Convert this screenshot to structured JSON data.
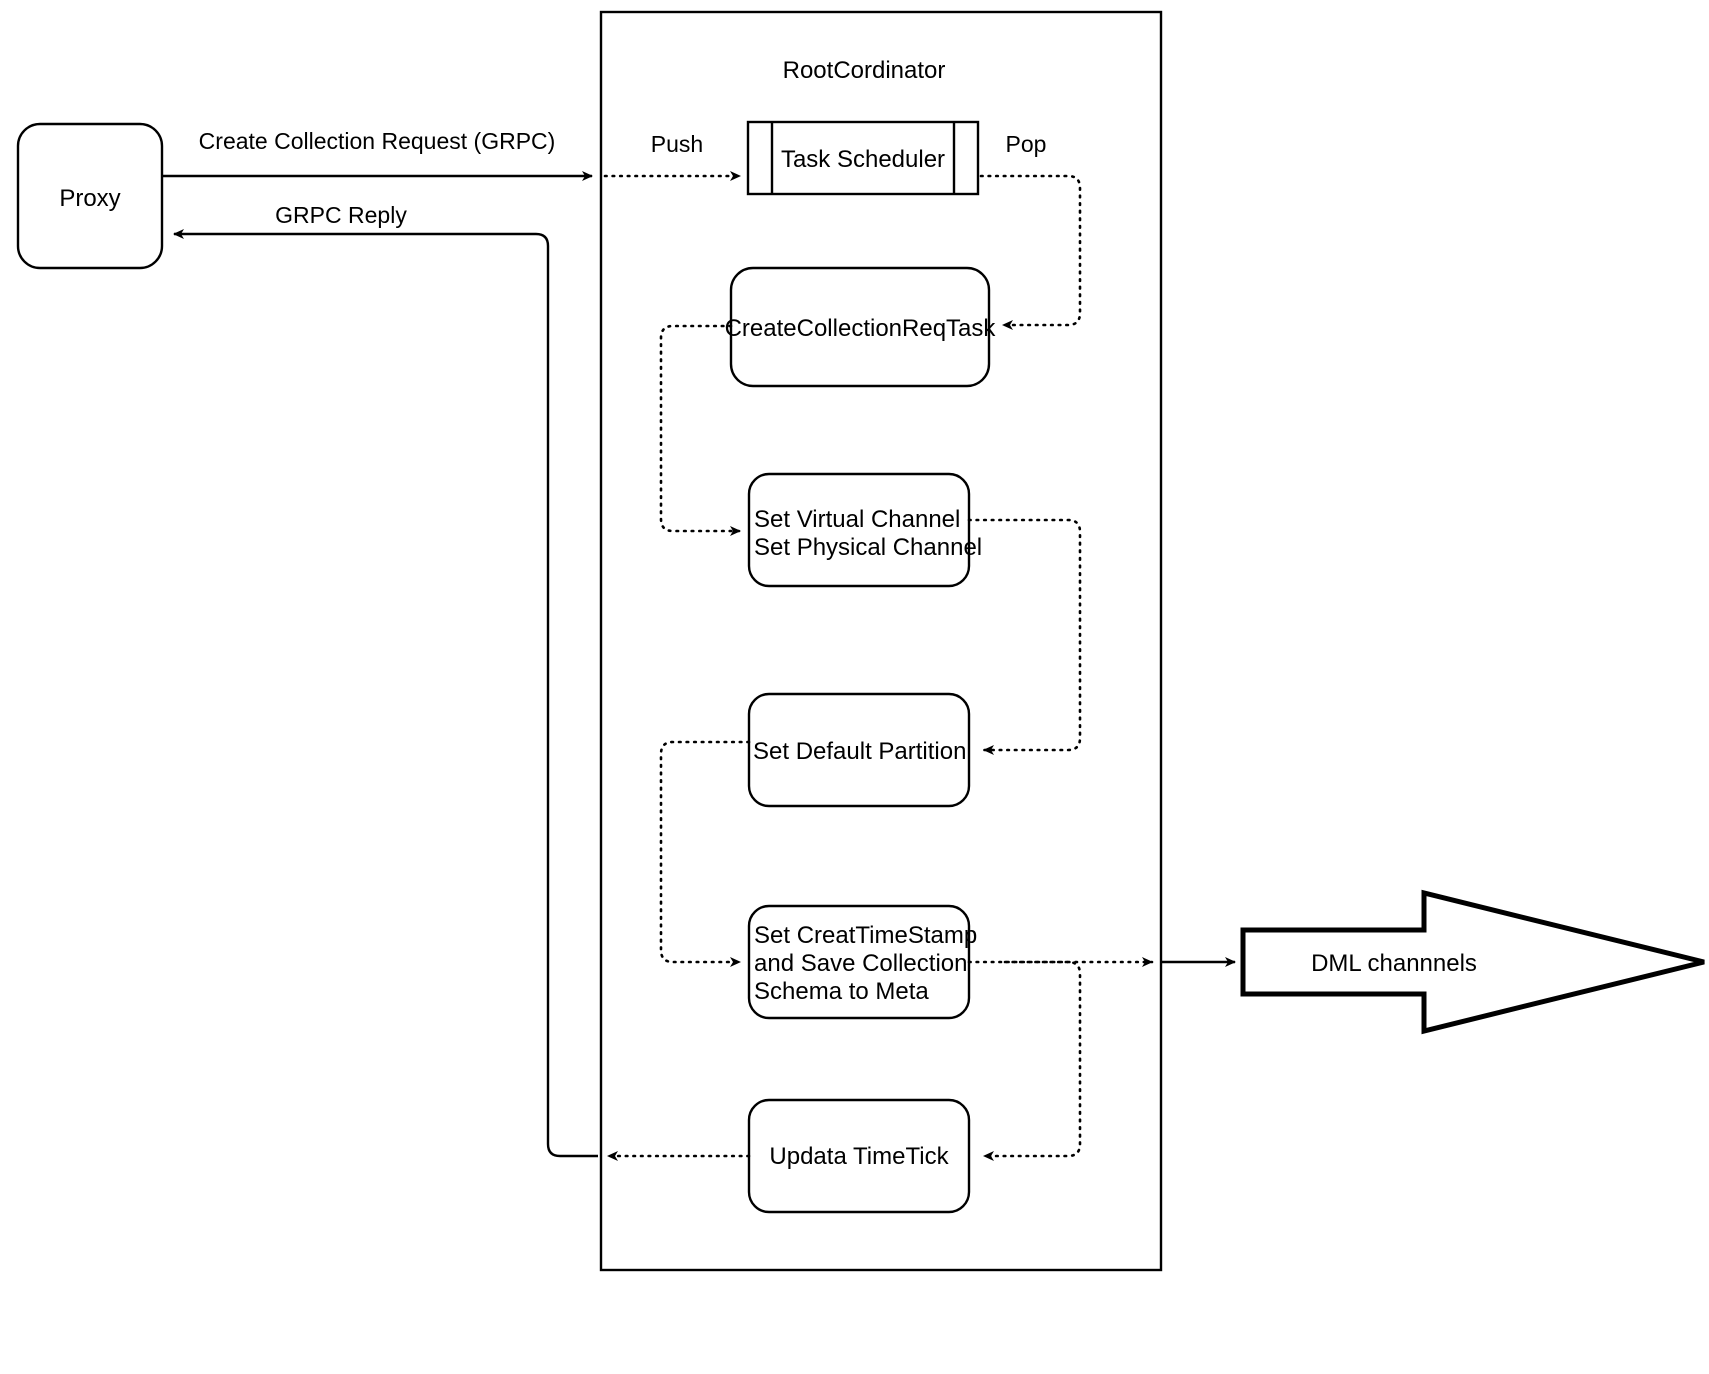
{
  "diagram": {
    "title_visible": false,
    "container": {
      "label": "RootCordinator"
    },
    "nodes": {
      "proxy": {
        "label": "Proxy"
      },
      "task_scheduler": {
        "label": "Task Scheduler"
      },
      "create_collection_req_task": {
        "label": "CreateCollectionReqTask"
      },
      "set_channels": {
        "line1": "Set Virtual Channel",
        "line2": "Set Physical Channel"
      },
      "set_default_partition": {
        "label": "Set Default Partition"
      },
      "set_timestamp": {
        "line1": "Set CreatTimeStamp",
        "line2": "and Save Collection",
        "line3": "Schema to Meta"
      },
      "update_timetick": {
        "label": "Updata TimeTick"
      },
      "dml_channels": {
        "label": "DML channnels"
      }
    },
    "edges": {
      "create_collection_request": {
        "label": "Create Collection Request (GRPC)"
      },
      "grpc_reply": {
        "label": "GRPC Reply"
      },
      "push": {
        "label": "Push"
      },
      "pop": {
        "label": "Pop"
      }
    },
    "colors": {
      "stroke": "#000000",
      "fill": "#ffffff",
      "background": "#ffffff"
    }
  }
}
